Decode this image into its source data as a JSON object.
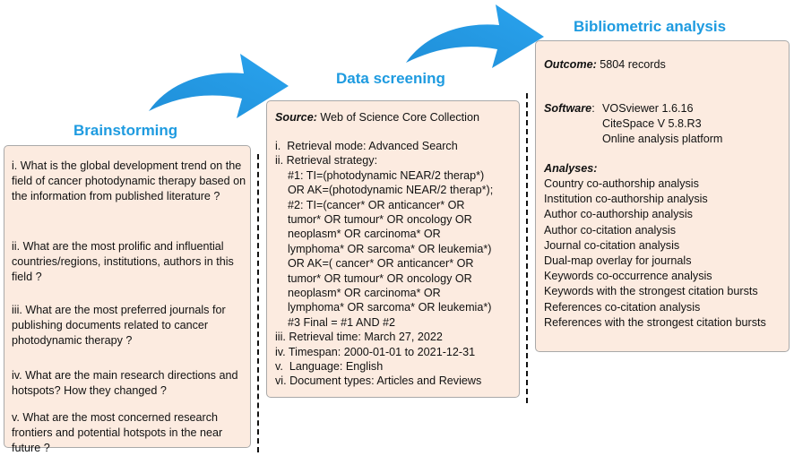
{
  "colors": {
    "accent": "#1e9be0",
    "box_fill": "#fcebe0",
    "box_border": "#a9a9a9"
  },
  "brainstorming": {
    "title": "Brainstorming",
    "questions": [
      "i. What is the global development trend on the field of cancer photodynamic therapy based on the information from published literature ?",
      "ii. What are the most prolific and influential countries/regions, institutions, authors in this field ?",
      "iii. What are the most preferred journals for publishing documents related to cancer photodynamic therapy ?",
      "iv. What are the main research directions and hotspots? How they changed ?",
      "v. What are the most concerned research frontiers and potential hotspots in the near future ?"
    ]
  },
  "screening": {
    "title": "Data screening",
    "source_label": "Source:",
    "source_value": " Web of Science Core Collection",
    "lines": [
      "i.  Retrieval mode: Advanced Search",
      "ii. Retrieval strategy:",
      "    #1: TI=(photodynamic NEAR/2 therap*)",
      "    OR AK=(photodynamic NEAR/2 therap*);",
      "    #2: TI=(cancer* OR anticancer* OR",
      "    tumor* OR tumour* OR oncology OR",
      "    neoplasm* OR carcinoma* OR",
      "    lymphoma* OR sarcoma* OR leukemia*)",
      "    OR AK=( cancer* OR anticancer* OR",
      "    tumor* OR tumour* OR oncology OR",
      "    neoplasm* OR carcinoma* OR",
      "    lymphoma* OR sarcoma* OR leukemia*)",
      "    #3 Final = #1 AND #2",
      "iii. Retrieval time: March 27, 2022",
      "iv. Timespan: 2000-01-01 to 2021-12-31",
      "v.  Language: English",
      "vi. Document types: Articles and Reviews"
    ]
  },
  "analysis": {
    "title": "Bibliometric analysis",
    "outcome_label": "Outcome:",
    "outcome_value": " 5804 records",
    "software_label": "Software",
    "software_colon": ":",
    "software": [
      "VOSviewer 1.6.16",
      "CiteSpace V 5.8.R3",
      "Online analysis platform"
    ],
    "analyses_label": "Analyses:",
    "analyses": [
      "Country co-authorship analysis",
      "Institution co-authorship analysis",
      "Author co-authorship analysis",
      "Author co-citation analysis",
      "Journal co-citation analysis",
      "Dual-map overlay for journals",
      "Keywords co-occurrence analysis",
      "Keywords with the strongest citation bursts",
      "References co-citation analysis",
      "References with the strongest citation bursts"
    ]
  }
}
